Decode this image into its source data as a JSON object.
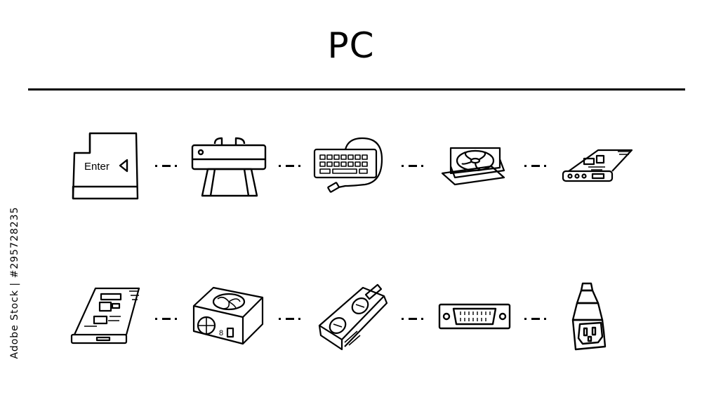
{
  "page": {
    "title": "PC",
    "side_id": "Adobe Stock | #295728235"
  },
  "icons_row1": [
    {
      "icon": "enter-key-icon",
      "key_label": "Enter"
    },
    {
      "icon": "inkjet-printer-icon"
    },
    {
      "icon": "wired-keyboard-icon"
    },
    {
      "icon": "cooling-fan-icon"
    },
    {
      "icon": "expansion-card-icon"
    }
  ],
  "icons_row2": [
    {
      "icon": "motherboard-card-icon"
    },
    {
      "icon": "power-supply-icon"
    },
    {
      "icon": "graphics-card-icon"
    },
    {
      "icon": "dvi-port-icon"
    },
    {
      "icon": "power-plug-icon"
    }
  ]
}
